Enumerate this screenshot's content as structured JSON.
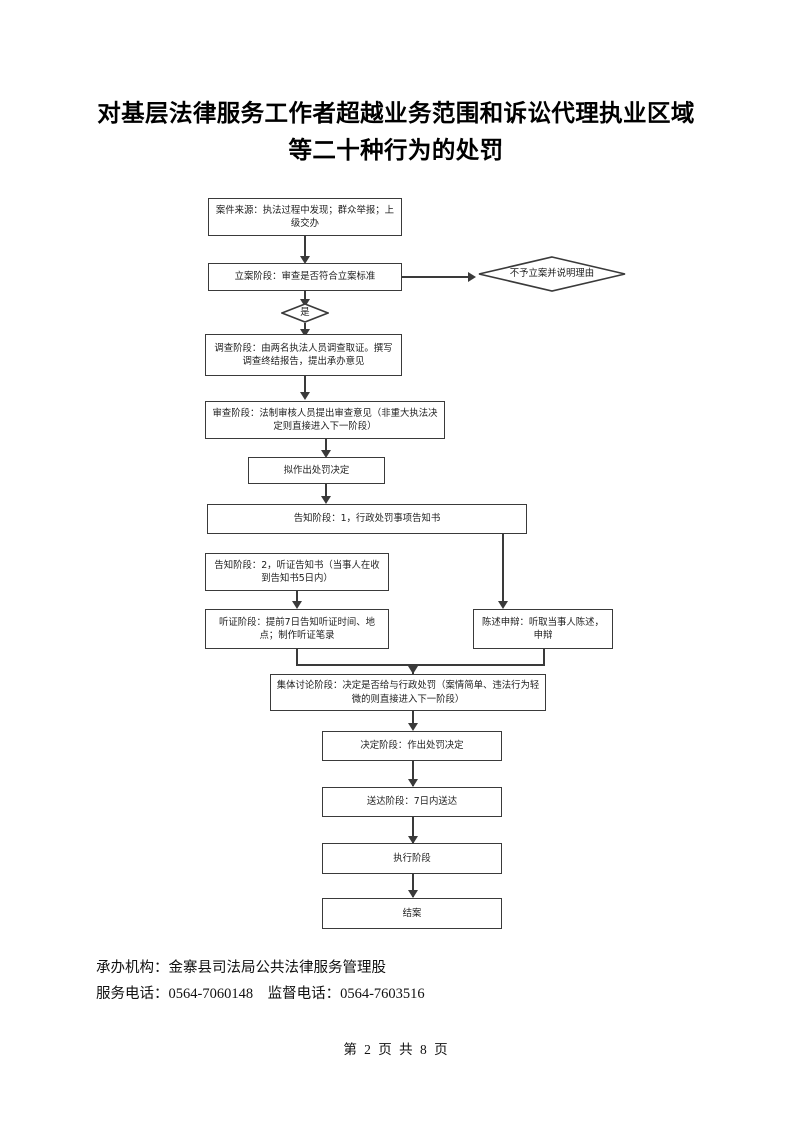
{
  "document": {
    "title_line_1": "对基层法律服务工作者超越业务范围和诉讼代理执业区域",
    "title_line_2": "等二十种行为的处罚"
  },
  "flowchart": {
    "nodes": [
      {
        "id": "case-source",
        "label": "案件来源：执法过程中发现；群众举报；上级交办"
      },
      {
        "id": "filing-stage",
        "label": "立案阶段：审查是否符合立案标准"
      },
      {
        "id": "investigation-stage",
        "label": "调查阶段：由两名执法人员调查取证。撰写调查终结报告，提出承办意见"
      },
      {
        "id": "review-stage",
        "label": "审查阶段：法制审核人员提出审查意见（非重大执法决定则直接进入下一阶段）"
      },
      {
        "id": "draft-decision",
        "label": "拟作出处罚决定"
      },
      {
        "id": "notice-stage-1",
        "label": "告知阶段：1，行政处罚事项告知书"
      },
      {
        "id": "notice-stage-2",
        "label": "告知阶段：2，听证告知书（当事人在收到告知书5日内）"
      },
      {
        "id": "hearing-stage",
        "label": "听证阶段：提前7日告知听证时间、地点；制作听证笔录"
      },
      {
        "id": "statement-defense",
        "label": "陈述申辩：听取当事人陈述，申辩"
      },
      {
        "id": "collective-discussion",
        "label": "集体讨论阶段：决定是否给与行政处罚（案情简单、违法行为轻微的则直接进入下一阶段）"
      },
      {
        "id": "decision-stage",
        "label": "决定阶段：作出处罚决定"
      },
      {
        "id": "delivery-stage",
        "label": "送达阶段：7日内送达"
      },
      {
        "id": "execution-stage",
        "label": "执行阶段"
      },
      {
        "id": "case-closed",
        "label": "结案"
      }
    ],
    "decisions": [
      {
        "id": "no-filing",
        "label": "不予立案并说明理由"
      },
      {
        "id": "yes-branch",
        "label": "是"
      }
    ]
  },
  "footer": {
    "agency_line": "承办机构：金寨县司法局公共法律服务管理股",
    "phone_line": "服务电话：0564-7060148    监督电话：0564-7603516",
    "page_number": "第 2 页 共 8 页"
  }
}
